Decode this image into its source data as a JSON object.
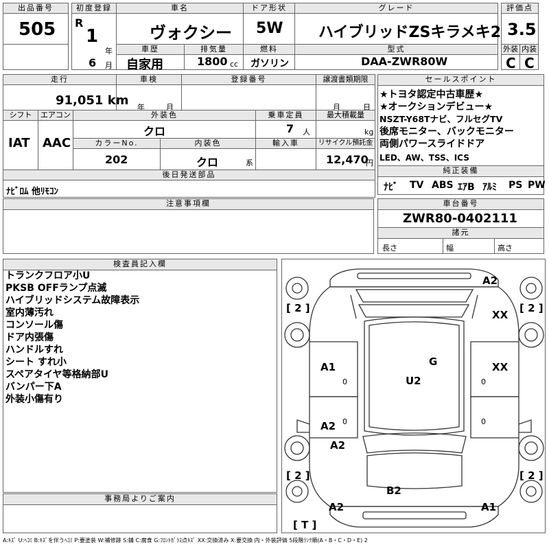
{
  "header": {
    "lot_label": "出品番号",
    "lot": "505",
    "first_reg_label": "初度登録",
    "era": "R",
    "reg_year": "1",
    "year_unit": "年",
    "reg_month": "6",
    "month_unit": "月",
    "name_label": "車名",
    "name": "ヴォクシー",
    "door_label": "ドア形状",
    "door": "5W",
    "grade_label": "グレード",
    "grade": "ハイブリッドZSキラメキ2",
    "score_label": "評価点",
    "score": "3.5",
    "history_label": "車歴",
    "history": "自家用",
    "disp_label": "排気量",
    "disp": "1800",
    "disp_unit": "cc",
    "fuel_label": "燃料",
    "fuel": "ガソリン",
    "model_label": "型式",
    "model": "DAA-ZWR80W",
    "ext_label": "外装",
    "ext": "C",
    "int_label": "内装",
    "int": "C"
  },
  "info": {
    "mileage_label": "走行",
    "mileage": "91,051 km",
    "inspection_label": "車検",
    "insp_year": "年",
    "insp_month": "月",
    "plate_label": "登録番号",
    "transfer_label": "譲渡書類期限",
    "transfer_month": "月",
    "transfer_day": "日",
    "shift_label": "シフト",
    "shift": "IAT",
    "ac_label": "エアコン",
    "ac": "AAC",
    "color_label": "外装色",
    "color": "クロ",
    "capacity_label": "乗車定員",
    "capacity": "7",
    "capacity_unit": "人",
    "load_label": "最大積載量",
    "load_unit": "kg",
    "colorno_label": "カラーNo.",
    "colorno": "202",
    "intcolor_label": "内装色",
    "intcolor": "クロ",
    "intcolor_unit": "系",
    "import_label": "輸入車",
    "recycle_label": "リサイクル預託金",
    "recycle": "12,470",
    "recycle_unit": "円",
    "parts_label": "後日発送部品",
    "parts": "ﾅﾋﾞﾛﾑ 他ﾘﾓｺﾝ"
  },
  "sales": {
    "label": "セールスポイント",
    "lines": [
      "★トヨタ認定中古車歴★",
      "★オークションデビュー★",
      "NSZT-Y68Tナビ、フルセグTV",
      "後席モニター、バックモニター",
      "両側パワースライドドア",
      "LED、AW、TSS、ICS"
    ]
  },
  "equipment": {
    "label": "純正装備",
    "items": [
      "ﾅﾋﾞ",
      "TV",
      "ABS",
      "ｴｱB",
      "ｱﾙﾐ",
      "PS",
      "PW"
    ]
  },
  "caution": {
    "label": "注意事項欄"
  },
  "chassis": {
    "label": "車台番号",
    "value": "ZWR80-0402111"
  },
  "spec": {
    "label": "諸元",
    "length": "長さ",
    "width": "幅",
    "height": "高さ"
  },
  "inspector": {
    "label": "検査員記入欄",
    "lines": [
      "トランクフロア小U",
      "PKSB OFFランプ点滅",
      "ハイブリッドシステム故障表示",
      "室内薄汚れ",
      "コンソール傷",
      "ドア内張傷",
      "ハンドルすれ",
      "シート すれ小",
      "スペアタイヤ等格納部U",
      "バンパー下A",
      "外装小傷有り"
    ]
  },
  "office": {
    "label": "事務局よりご案内"
  },
  "diagram": {
    "marks": {
      "rear_right": "A2",
      "rr_wheel": "XX",
      "rear_door_l": "A1",
      "front_door_r": "XX",
      "roof": "G",
      "center": "U2",
      "front_door_l": "A2",
      "front_fender_l": "A2",
      "front_bumper": "B2",
      "front_left": "A2",
      "front_right": "A1"
    },
    "tire_tl": "2",
    "tire_tr": "2",
    "tire_bl": "2",
    "tire_br": "2",
    "tire_t": "T",
    "zero_marks": [
      "0",
      "0",
      "0",
      "0"
    ]
  },
  "legend": "A:ｷｽﾞ U:ﾍｺﾐ B:ｷｽﾞを伴うﾍｺﾐ P:要塗装 W:補修跡 S:錆 C:腐食 G:ﾌﾛﾝﾄｶﾞﾗｽ点ｷｽﾞ XX:交換済み X:要交換 内・外装評価 5段階ﾗﾝｸ順(A・B・C・D・E) 2"
}
